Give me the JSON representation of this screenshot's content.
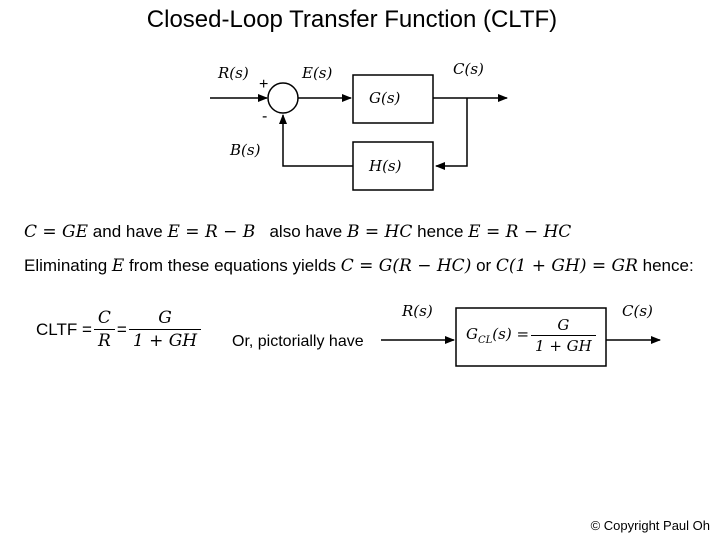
{
  "title": "Closed-Loop Transfer Function (CLTF)",
  "diagram": {
    "input_label": "R(s)",
    "error_label": "E(s)",
    "output_label": "C(s)",
    "feedback_label": "B(s)",
    "forward_block": "G(s)",
    "feedback_block": "H(s)",
    "plus_sign": "+",
    "minus_sign": "-"
  },
  "equations": {
    "line1": {
      "eq1": "C = GE",
      "text1": "and have",
      "eq2": "E = R − B",
      "text2": "also have",
      "eq3": "B = HC",
      "text3": "hence",
      "eq4": "E = R − HC"
    },
    "line2": {
      "text1": "Eliminating",
      "var": "E",
      "text2": "from these equations yields",
      "eq1": "C = G(R − HC)",
      "text3": "or",
      "eq2": "C(1 + GH) = GR",
      "text4": "hence:"
    }
  },
  "cltf": {
    "label": "CLTF =",
    "frac1_num": "C",
    "frac1_den": "R",
    "equals": "=",
    "frac2_num": "G",
    "frac2_den": "1 + GH"
  },
  "pictorial": {
    "text": "Or, pictorially have",
    "input_label": "R(s)",
    "output_label": "C(s)",
    "block_lhs": "G",
    "block_sub": "CL",
    "block_arg": "(s) =",
    "block_num": "G",
    "block_den": "1 + GH"
  },
  "copyright": "© Copyright Paul Oh"
}
